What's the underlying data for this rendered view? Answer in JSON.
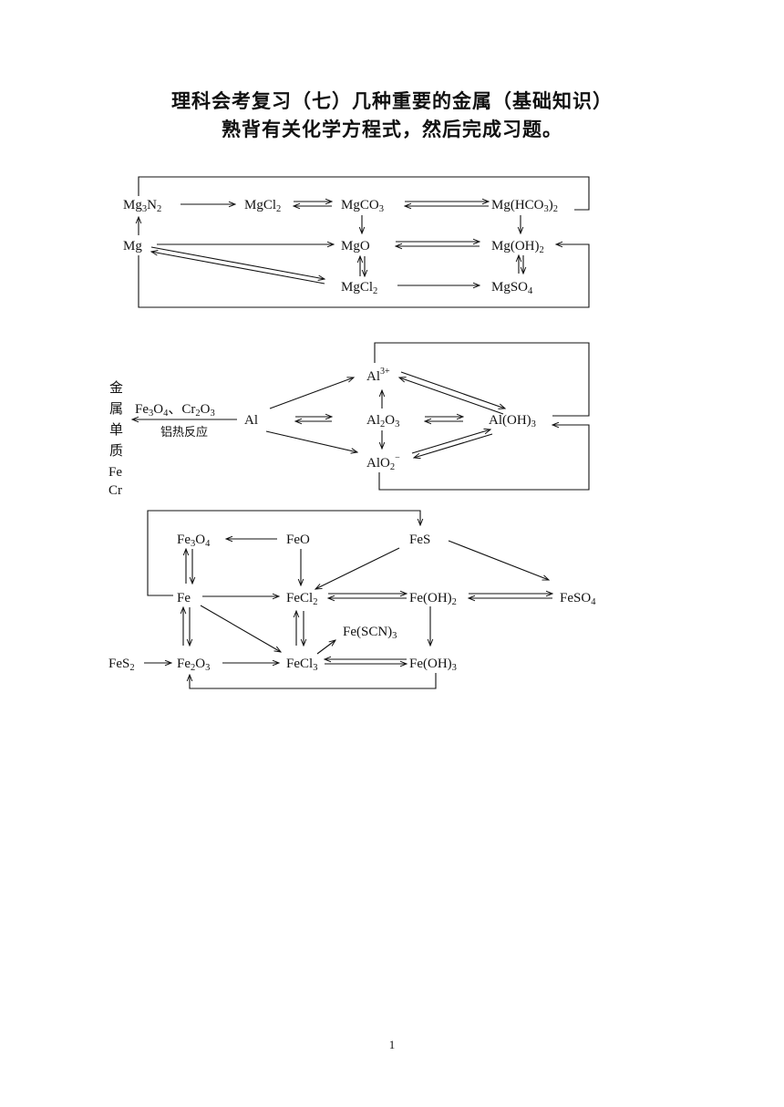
{
  "header": {
    "title": "理科会考复习（七）几种重要的金属（基础知识）",
    "subtitle": "熟背有关化学方程式，然后完成习题。"
  },
  "mg_diagram": {
    "Mg3N2": [
      "Mg",
      "3",
      "N",
      "2",
      ""
    ],
    "MgCl2_top": [
      "MgCl",
      "2",
      ""
    ],
    "MgCO3": [
      "MgCO",
      "3",
      ""
    ],
    "MgHCO3": [
      "Mg(HCO",
      "3",
      ")",
      "2",
      ""
    ],
    "Mg": [
      "Mg"
    ],
    "MgO": [
      "MgO"
    ],
    "MgOH2": [
      "Mg(OH)",
      "2",
      ""
    ],
    "MgCl2_bottom": [
      "MgCl",
      "2",
      ""
    ],
    "MgSO4": [
      "MgSO",
      "4",
      ""
    ]
  },
  "al_diagram": {
    "Al3plus": [
      "Al",
      "",
      "3+"
    ],
    "Al": [
      "Al"
    ],
    "Al2O3": [
      "Al",
      "2",
      "O",
      "3",
      ""
    ],
    "AlOH3": [
      "Al(OH)",
      "3",
      ""
    ],
    "AlO2minus": [
      "AlO",
      "2",
      "−"
    ],
    "reagents": [
      "Fe",
      "3",
      "O",
      "4",
      "、Cr",
      "2",
      "O",
      "3",
      ""
    ],
    "reaction_label": "铝热反应",
    "side_label": [
      "金",
      "属",
      "单",
      "质",
      "Fe",
      "Cr"
    ]
  },
  "fe_diagram": {
    "Fe3O4": [
      "Fe",
      "3",
      "O",
      "4",
      ""
    ],
    "FeO": [
      "FeO"
    ],
    "FeS": [
      "FeS"
    ],
    "Fe": [
      "Fe"
    ],
    "FeCl2": [
      "FeCl",
      "2",
      ""
    ],
    "FeOH2": [
      "Fe(OH)",
      "2",
      ""
    ],
    "FeSO4": [
      "FeSO",
      "4",
      ""
    ],
    "FeSCN3": [
      "Fe(SCN)",
      "3",
      ""
    ],
    "FeS2": [
      "FeS",
      "2",
      ""
    ],
    "Fe2O3": [
      "Fe",
      "2",
      "O",
      "3",
      ""
    ],
    "FeCl3": [
      "FeCl",
      "3",
      ""
    ],
    "FeOH3": [
      "Fe(OH)",
      "3",
      ""
    ]
  },
  "footer": {
    "page_number": "1"
  }
}
